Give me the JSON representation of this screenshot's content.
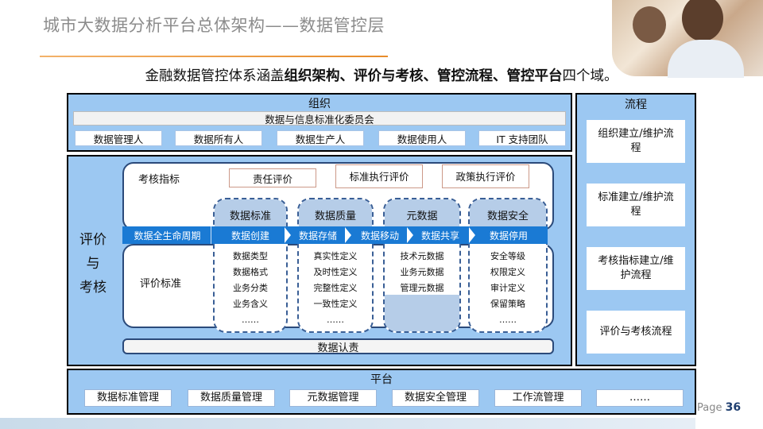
{
  "header": {
    "title": "城市大数据分析平台总体架构——数据管控层"
  },
  "subtitle": {
    "prefix": "金融数据管控体系涵盖",
    "bold": "组织架构、评价与考核、管控流程、管控平台",
    "suffix": "四个域。"
  },
  "organization": {
    "label": "组织",
    "committee": "数据与信息标准化委员会",
    "roles": [
      "数据管理人",
      "数据所有人",
      "数据生产人",
      "数据使用人",
      "IT 支持团队"
    ]
  },
  "evaluation": {
    "side_label": [
      "评价",
      "与",
      "考核"
    ],
    "kpi_label": "考核指标",
    "kpi_items": [
      "责任评价",
      "标准执行评价",
      "政策执行评价"
    ],
    "criteria_label": "评价标准",
    "lifecycle_label": "数据全生命周期",
    "lifecycle_stages": [
      "数据创建",
      "数据存储",
      "数据移动",
      "数据共享",
      "数据停用"
    ],
    "columns": [
      {
        "title": "数据标准",
        "items": [
          "数据类型",
          "数据格式",
          "业务分类",
          "业务含义",
          "……"
        ]
      },
      {
        "title": "数据质量",
        "items": [
          "真实性定义",
          "及时性定义",
          "完整性定义",
          "一致性定义",
          "……"
        ]
      },
      {
        "title": "元数据",
        "items": [
          "技术元数据",
          "业务元数据",
          "管理元数据"
        ]
      },
      {
        "title": "数据安全",
        "items": [
          "安全等级",
          "权限定义",
          "审计定义",
          "保留策略",
          "……"
        ]
      }
    ],
    "accountability": "数据认责"
  },
  "process": {
    "label": "流程",
    "items": [
      "组织建立/维护流程",
      "标准建立/维护流程",
      "考核指标建立/维护流程",
      "评价与考核流程"
    ]
  },
  "platform": {
    "label": "平台",
    "items": [
      "数据标准管理",
      "数据质量管理",
      "元数据管理",
      "数据安全管理",
      "工作流管理",
      "……"
    ]
  },
  "footer": {
    "page_prefix": "Page",
    "page_number": "36"
  }
}
